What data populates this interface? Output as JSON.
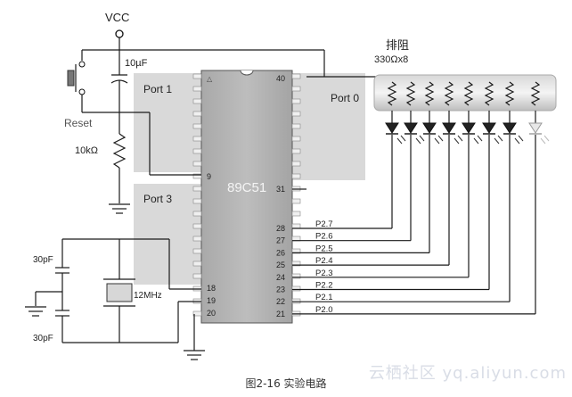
{
  "power": {
    "vcc": "VCC"
  },
  "reset": {
    "label": "Reset",
    "cap": "10µF",
    "res": "10kΩ"
  },
  "ports": {
    "p1": "Port 1",
    "p3": "Port 3",
    "p0": "Port 0"
  },
  "chip": {
    "name": "89C51",
    "pin40": "40",
    "pin9": "9",
    "pin31": "31",
    "pin18": "18",
    "pin19": "19",
    "pin20": "20"
  },
  "p2_pins": [
    {
      "num": "28",
      "net": "P2.7"
    },
    {
      "num": "27",
      "net": "P2.6"
    },
    {
      "num": "26",
      "net": "P2.5"
    },
    {
      "num": "25",
      "net": "P2.4"
    },
    {
      "num": "24",
      "net": "P2.3"
    },
    {
      "num": "23",
      "net": "P2.2"
    },
    {
      "num": "22",
      "net": "P2.1"
    },
    {
      "num": "21",
      "net": "P2.0"
    }
  ],
  "crystal": {
    "freq": "12MHz",
    "c1": "30pF",
    "c2": "30pF"
  },
  "resnet": {
    "title": "排阻",
    "value": "330Ωx8"
  },
  "caption": "图2-16 实验电路",
  "watermark": "云栖社区 yq.aliyun.com",
  "colors": {
    "port_box": "#d9d9d9",
    "chip_body": "#b5b5b5",
    "led_on": "#222222",
    "led_off": "#e8e8e8"
  }
}
